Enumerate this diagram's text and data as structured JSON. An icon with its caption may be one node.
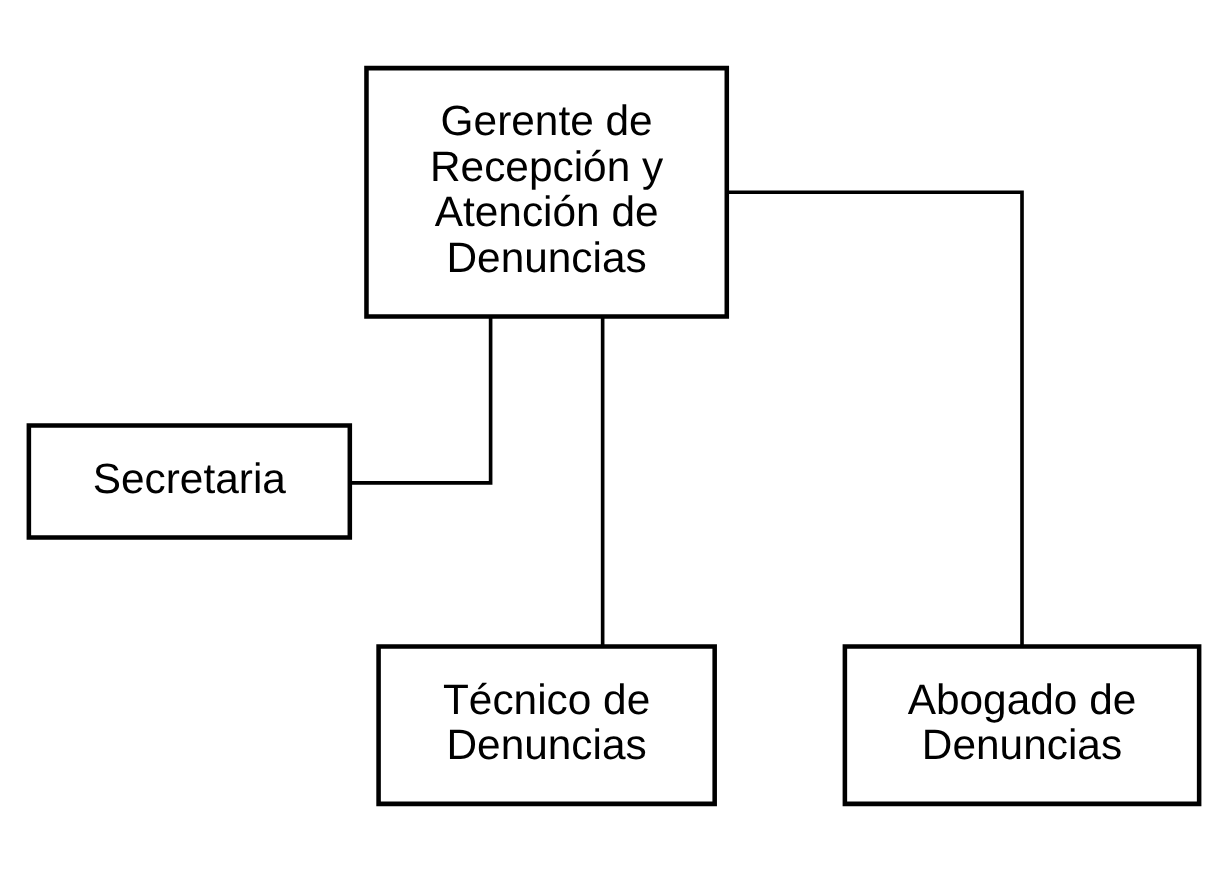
{
  "diagram": {
    "nodes": [
      {
        "text": [
          "Gerente de Recepción y Atención de Denuncias"
        ]
      },
      {
        "text": [
          "Secretaria"
        ]
      },
      {
        "text": [
          "Técnico de Denuncias"
        ]
      },
      {
        "text": [
          "Abogado de Denuncias"
        ]
      }
    ],
    "edges": [
      {
        "from": 0,
        "to": 1,
        "arrow": "none"
      },
      {
        "from": 0,
        "to": 2,
        "arrow": "none"
      },
      {
        "from": 0,
        "to": 3,
        "arrow": "none"
      }
    ]
  }
}
